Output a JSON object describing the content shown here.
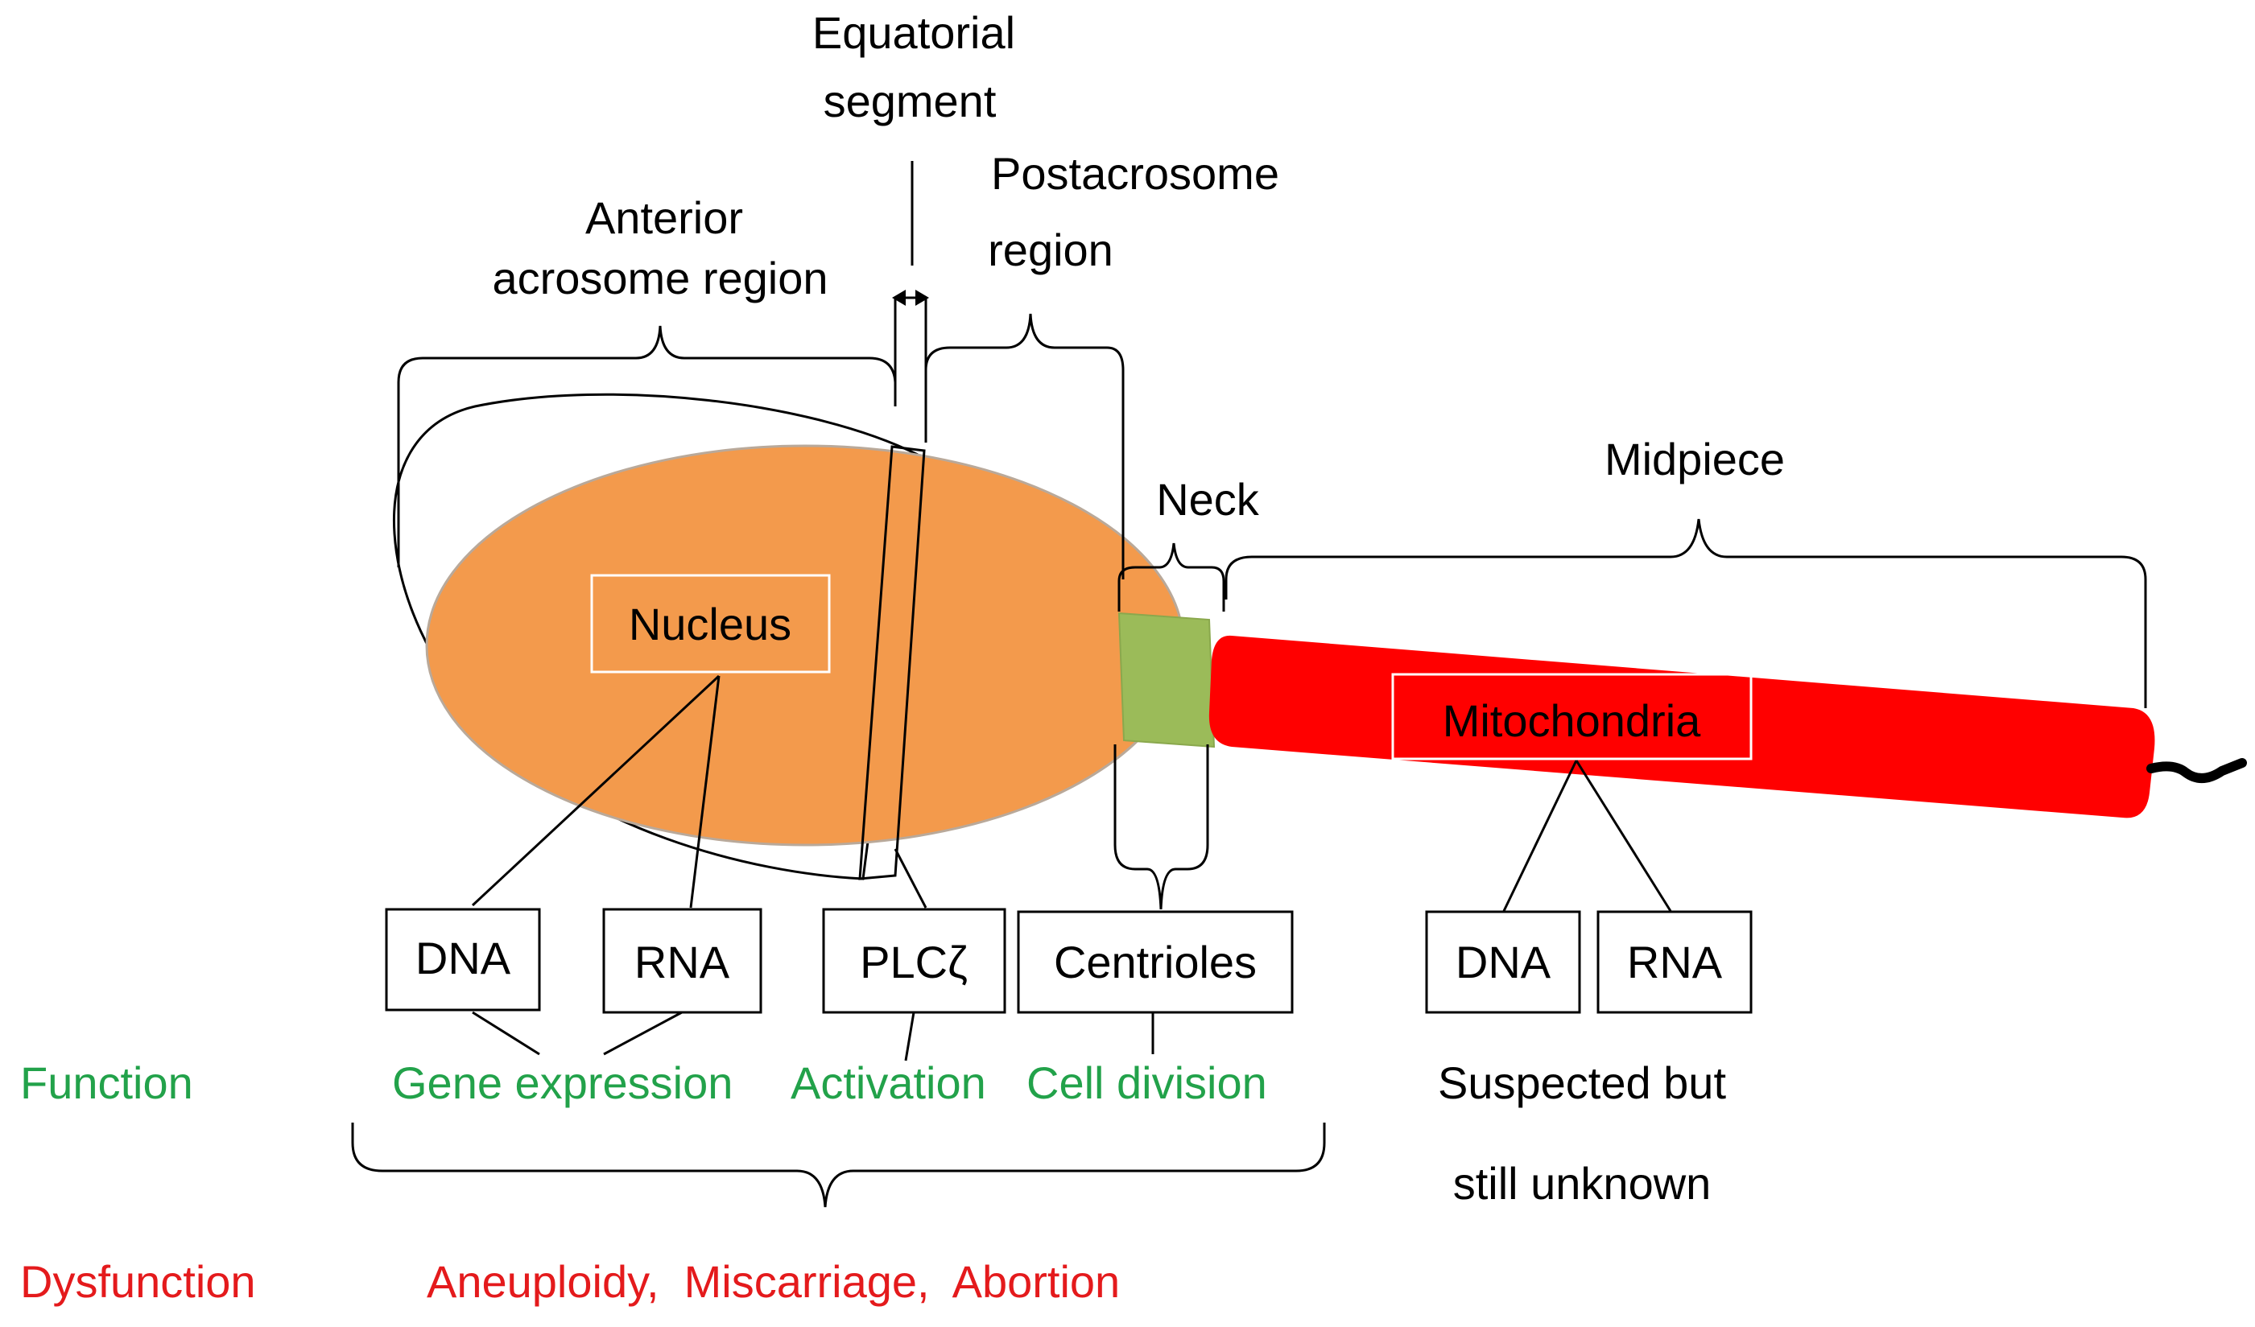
{
  "labels": {
    "equatorial_line1": "Equatorial",
    "equatorial_line2": "segment",
    "postacrosome_line1": "Postacrosome",
    "postacrosome_line2": "region",
    "anterior_line1": "Anterior",
    "anterior_line2": "acrosome region",
    "neck": "Neck",
    "midpiece": "Midpiece",
    "nucleus": "Nucleus",
    "mitochondria": "Mitochondria"
  },
  "boxes": {
    "dna_left": "DNA",
    "rna_left": "RNA",
    "plc": "PLCζ",
    "centrioles": "Centrioles",
    "dna_right": "DNA",
    "rna_right": "RNA"
  },
  "function": {
    "label": "Function",
    "gene_expression": "Gene expression",
    "activation": "Activation",
    "cell_division": "Cell division",
    "suspected_line1": "Suspected but",
    "suspected_line2": "still unknown"
  },
  "dysfunction": {
    "label": "Dysfunction",
    "outcomes": "Aneuploidy,  Miscarriage,  Abortion"
  },
  "colors": {
    "nucleus_fill": "#f39a4c",
    "neck_fill": "#9bbb59",
    "midpiece_fill": "#ff0000",
    "function_text": "#22a24a",
    "dysfunction_text": "#e41a1c",
    "black": "#000000"
  }
}
